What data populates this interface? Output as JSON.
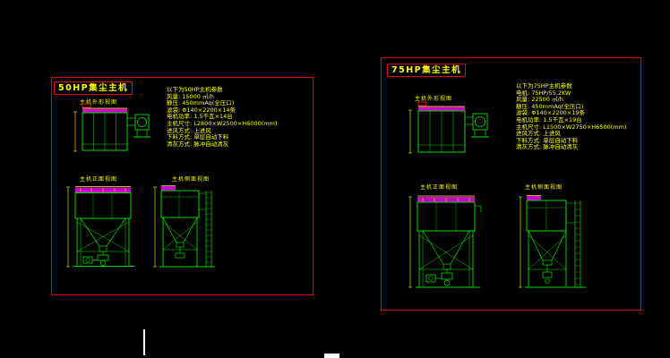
{
  "colors": {
    "background": "#000000",
    "line_green": "#00dd00",
    "border_red": "#e80000",
    "text_yellow": "#ffff00",
    "strip_magenta": "#cc00cc"
  },
  "panels": [
    {
      "title": "50HP集尘主机",
      "params_title": "以下为50HP主机参数",
      "params": [
        "风量: 15000 ㎥/h",
        "静压: 450mmAq(全压口)",
        "滤袋: Φ140×2200×14条",
        "电机功率: 1.5千瓦×14台",
        "主机尺寸: L2800×W2500×H6000(mm)",
        "进风方式: 上进风",
        "下料方式: 单层自动下料",
        "清灰方式: 脉冲自动清灰"
      ],
      "labels": {
        "top_view": "主机外形视图",
        "front_view": "主机正面视图",
        "side_view": "主机侧面视图"
      }
    },
    {
      "title": "75HP集尘主机",
      "params_title": "以下为75HP主机参数",
      "params": [
        "电机: 75HP/55.2KW",
        "风量: 22500 ㎥/h",
        "静压: 450mmAq(全压口)",
        "滤袋: Φ140×2200×19条",
        "电机功率: 1.5千瓦×19台",
        "主机尺寸: L1500×W2750×H6500(mm)",
        "进风方式: 上进风",
        "下料方式: 单层自动下料",
        "清灰方式: 脉冲自动清灰"
      ],
      "labels": {
        "top_view": "主机外形视图",
        "front_view": "主机正面视图",
        "side_view": "主机侧面视图"
      }
    }
  ]
}
